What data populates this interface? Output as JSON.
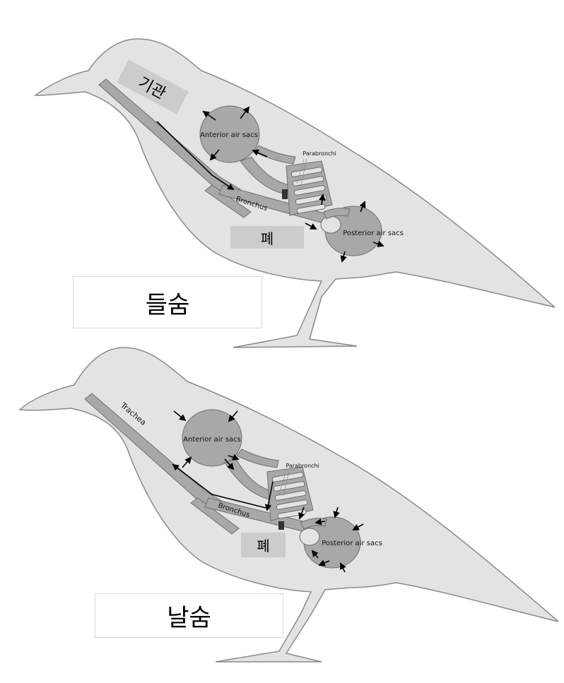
{
  "top_panel": {
    "trachea_label": "기관",
    "anterior_label": "Anterior air sacs",
    "parabronchi_label": "Parabronchi",
    "bronchus_label": "Bronchus",
    "lung_label": "폐",
    "posterior_label": "Posterior air sacs",
    "phase_label": "들숨"
  },
  "bottom_panel": {
    "trachea_label": "Trachea",
    "anterior_label": "Anterior air sacs",
    "parabronchi_label": "Parabronchi",
    "bronchus_label": "Bronchus",
    "lung_label": "폐",
    "posterior_label": "Posterior air sacs",
    "phase_label": "날숨"
  },
  "colors": {
    "body_fill": "#e3e3e3",
    "outline": "#8a8a8a",
    "organ_fill": "#a8a8a8",
    "organ_stroke": "#6e6e6e",
    "label_tag": "#cccccc"
  }
}
